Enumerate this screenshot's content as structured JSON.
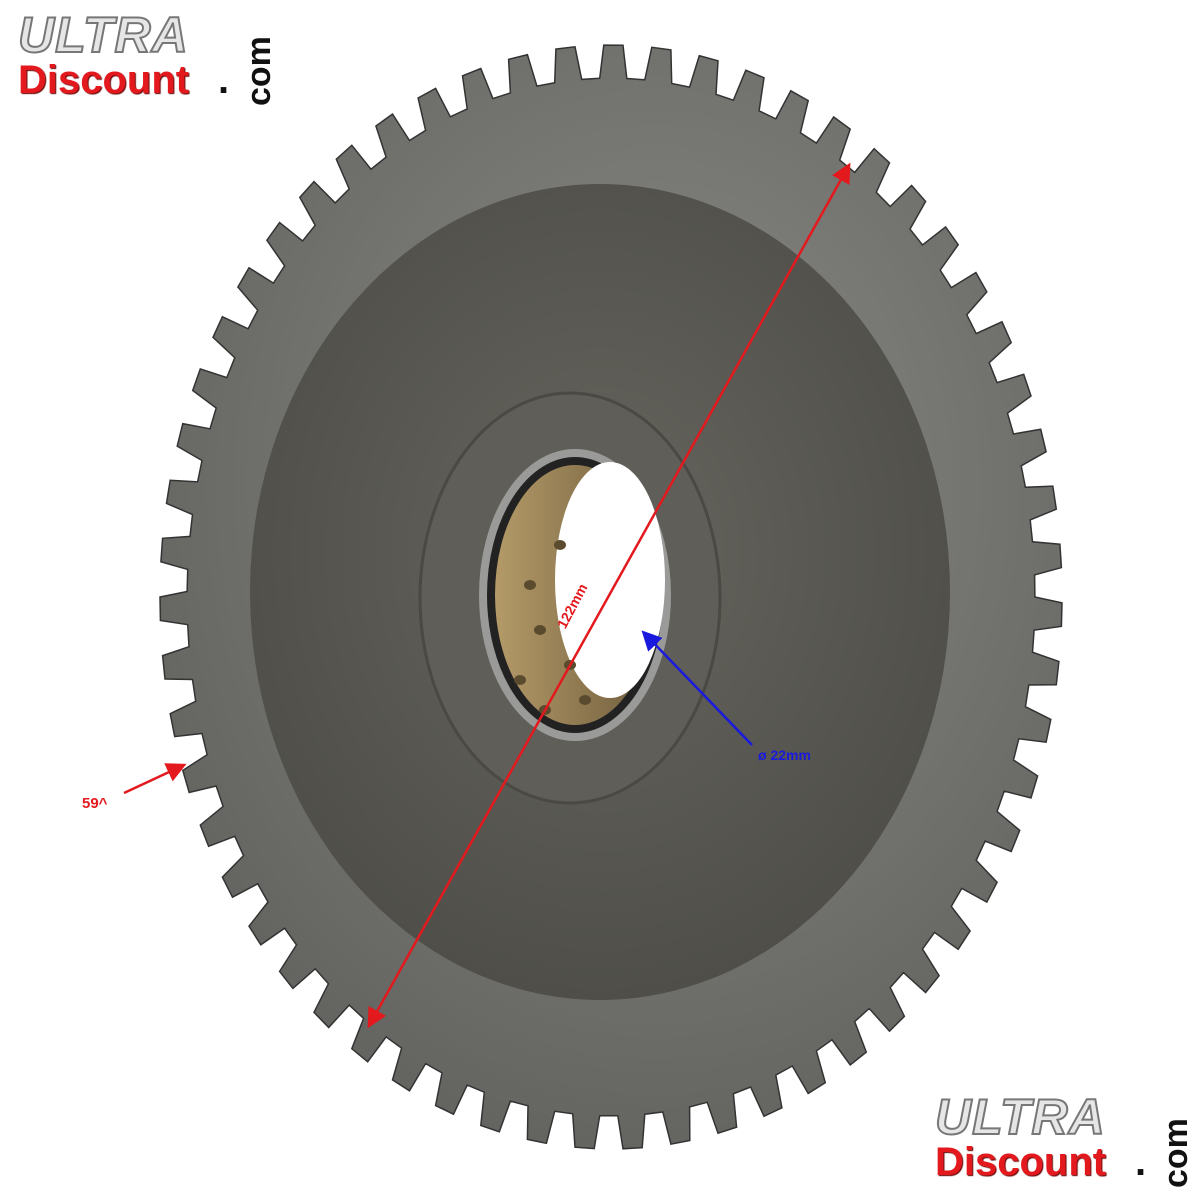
{
  "logo_top": {
    "line1": "ULTRA",
    "line2": "Discount",
    "dot": ".",
    "suffix": "com"
  },
  "logo_bottom": {
    "line1": "ULTRA",
    "line2": "Discount",
    "dot": ".",
    "suffix": "com"
  },
  "annotations": {
    "outer_diameter": "122mm",
    "bore_diameter": "ø 22mm",
    "teeth_count": "59^"
  },
  "gear": {
    "teeth": 59
  },
  "colors": {
    "red": "#e3191e",
    "blue": "#1a1adf",
    "steel": "#6f6f6d",
    "disk": "#5a5953",
    "bronze": "#a08a5c"
  }
}
